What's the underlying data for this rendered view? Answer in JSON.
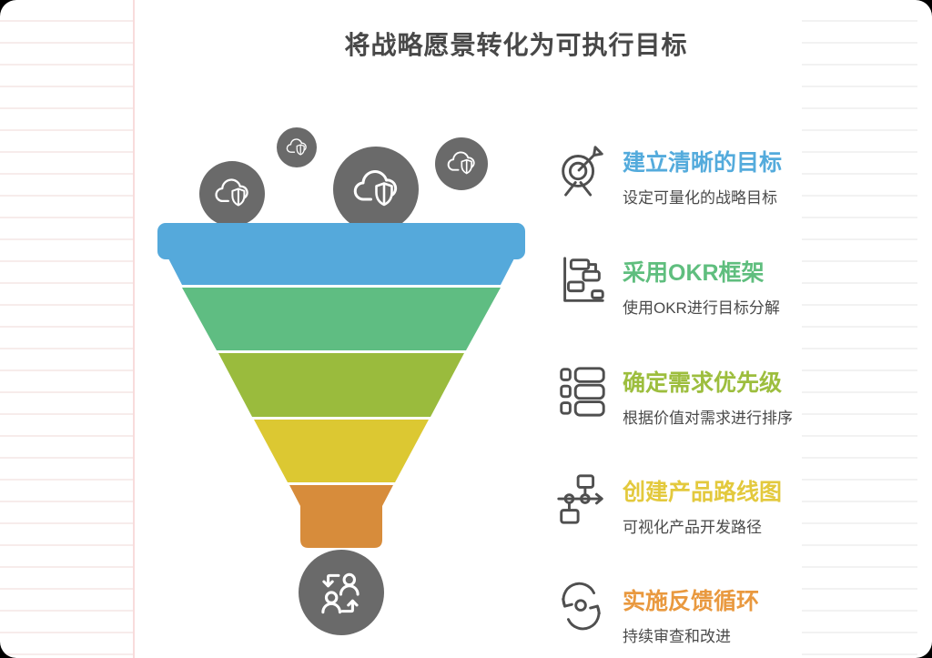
{
  "theme": {
    "bubble_color": "#6A6A6A",
    "icon_stroke": "#4F4F4F",
    "title_color": "#484848",
    "desc_color": "#4A4A4A",
    "paper_line_left": "#F7ECEB",
    "paper_line_right": "#F2F2F2",
    "margin_line": "#F8DCDC"
  },
  "header": {
    "title": "将战略愿景转化为可执行目标"
  },
  "funnel": {
    "segments": [
      {
        "color": "#55A9DB"
      },
      {
        "color": "#5FBD82"
      },
      {
        "color": "#9ABB3D"
      },
      {
        "color": "#DCC832"
      },
      {
        "color": "#D78C3B"
      }
    ],
    "input_icon": "cloud-shield-icon",
    "output_icon": "people-sync-icon"
  },
  "steps": [
    {
      "icon": "target-dart-icon",
      "color": "#54ABDC",
      "title": "建立清晰的目标",
      "desc": "设定可量化的战略目标"
    },
    {
      "icon": "okr-chart-icon",
      "color": "#5FBE7E",
      "title": "采用OKR框架",
      "desc": "使用OKR进行目标分解"
    },
    {
      "icon": "priority-list-icon",
      "color": "#9DBE3E",
      "title": "确定需求优先级",
      "desc": "根据价值对需求进行排序"
    },
    {
      "icon": "roadmap-icon",
      "color": "#E3C93D",
      "title": "创建产品路线图",
      "desc": "可视化产品开发路径"
    },
    {
      "icon": "feedback-loop-icon",
      "color": "#E9993F",
      "title": "实施反馈循环",
      "desc": "持续审查和改进"
    }
  ]
}
